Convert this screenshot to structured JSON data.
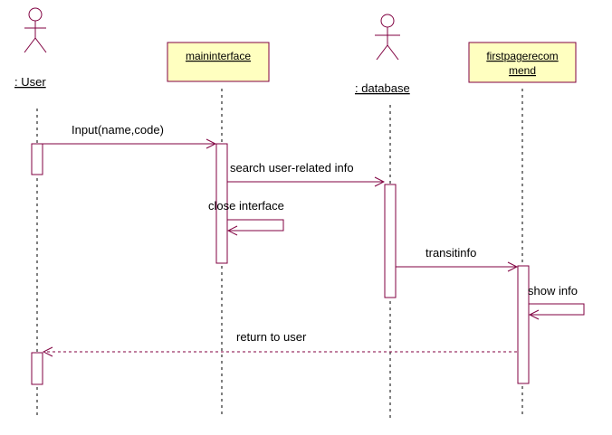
{
  "participants": {
    "user": {
      "label": ": User",
      "kind": "actor"
    },
    "maininterface": {
      "label": "maininterface",
      "kind": "object"
    },
    "database": {
      "label": ": database",
      "kind": "actor"
    },
    "firstpage": {
      "line1": "firstpagerecom",
      "line2": "mend",
      "kind": "object"
    }
  },
  "messages": {
    "input": "Input(name,code)",
    "search": "search user-related info",
    "close": "close interface",
    "transit": "transitinfo",
    "show": "show info",
    "return": "return to user"
  },
  "colors": {
    "line": "#800040",
    "box_fill": "#ffffc0",
    "activation_fill": "#ffffff",
    "text": "#000000"
  },
  "icons": [
    "actor-icon"
  ]
}
